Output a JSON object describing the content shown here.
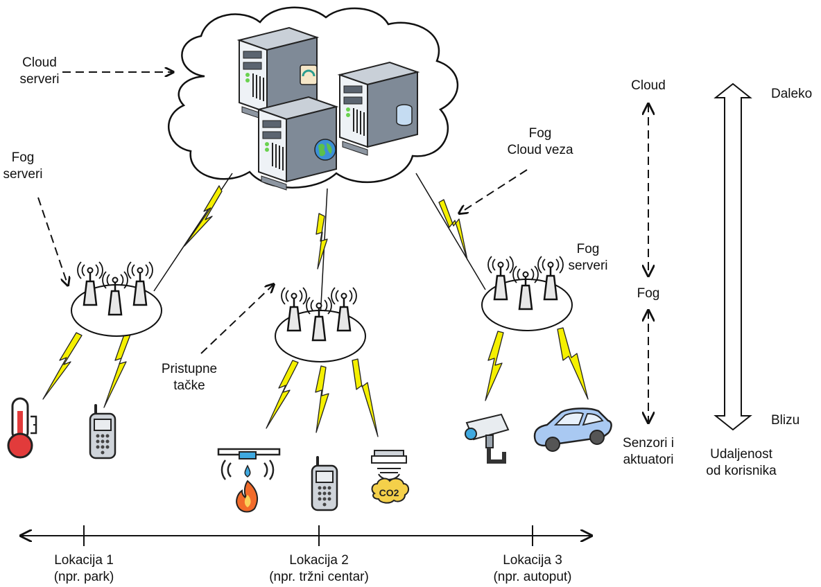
{
  "labels": {
    "cloud_servers": [
      "Cloud",
      "serveri"
    ],
    "fog_servers_left": [
      "Fog",
      "serveri"
    ],
    "fog_servers_right": [
      "Fog",
      "serveri"
    ],
    "fog_cloud_link": [
      "Fog",
      "Cloud veza"
    ],
    "access_points": [
      "Pristupne",
      "tačke"
    ]
  },
  "layers": {
    "cloud": "Cloud",
    "fog": "Fog",
    "sensors": [
      "Senzori i",
      "aktuatori"
    ]
  },
  "distance": {
    "far": "Daleko",
    "near": "Blizu",
    "caption": [
      "Udaljenost",
      "od korisnika"
    ]
  },
  "locations": [
    {
      "name": "Lokacija 1",
      "example": "(npr. park)"
    },
    {
      "name": "Lokacija 2",
      "example": "(npr. tržni centar)"
    },
    {
      "name": "Lokacija 3",
      "example": "(npr. autoput)"
    }
  ],
  "devices": {
    "co2_badge": "CO2"
  },
  "colors": {
    "lightning": "#f5f000",
    "server_body": "#7f8a97",
    "server_face": "#eef2f6",
    "thermometer": "#e23b3b",
    "water": "#3fa9e0",
    "flame": "#f26b2a",
    "car": "#a9c9f2",
    "co2": "#f4d04a"
  }
}
